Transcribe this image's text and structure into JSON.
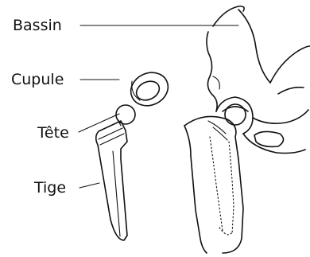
{
  "labels": {
    "pelvis": "Bassin",
    "cup": "Cupule",
    "head": "Tête",
    "stem": "Tige"
  },
  "colors": {
    "ink": "#111111",
    "background": "#ffffff"
  }
}
